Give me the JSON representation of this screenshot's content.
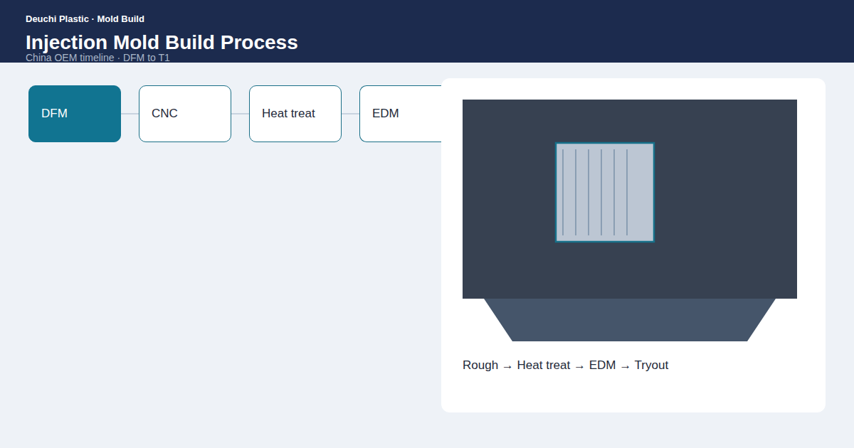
{
  "diagram": {
    "title": "Injection Mold Build Process",
    "nodes": [
      {
        "text": [
          "DFM"
        ]
      },
      {
        "text": [
          "CNC"
        ]
      },
      {
        "text": [
          "Heat treat"
        ]
      },
      {
        "text": [
          "EDM"
        ]
      }
    ],
    "edges": [
      {
        "from": 0,
        "to": 1,
        "arrow": "none"
      },
      {
        "from": 1,
        "to": 2,
        "arrow": "none"
      },
      {
        "from": 2,
        "to": 3,
        "arrow": "none"
      }
    ],
    "labels": [
      "Deuchi Plastic · Mold Build",
      "China OEM timeline · DFM to T1",
      "Rough → Heat treat → EDM → Tryout"
    ]
  }
}
